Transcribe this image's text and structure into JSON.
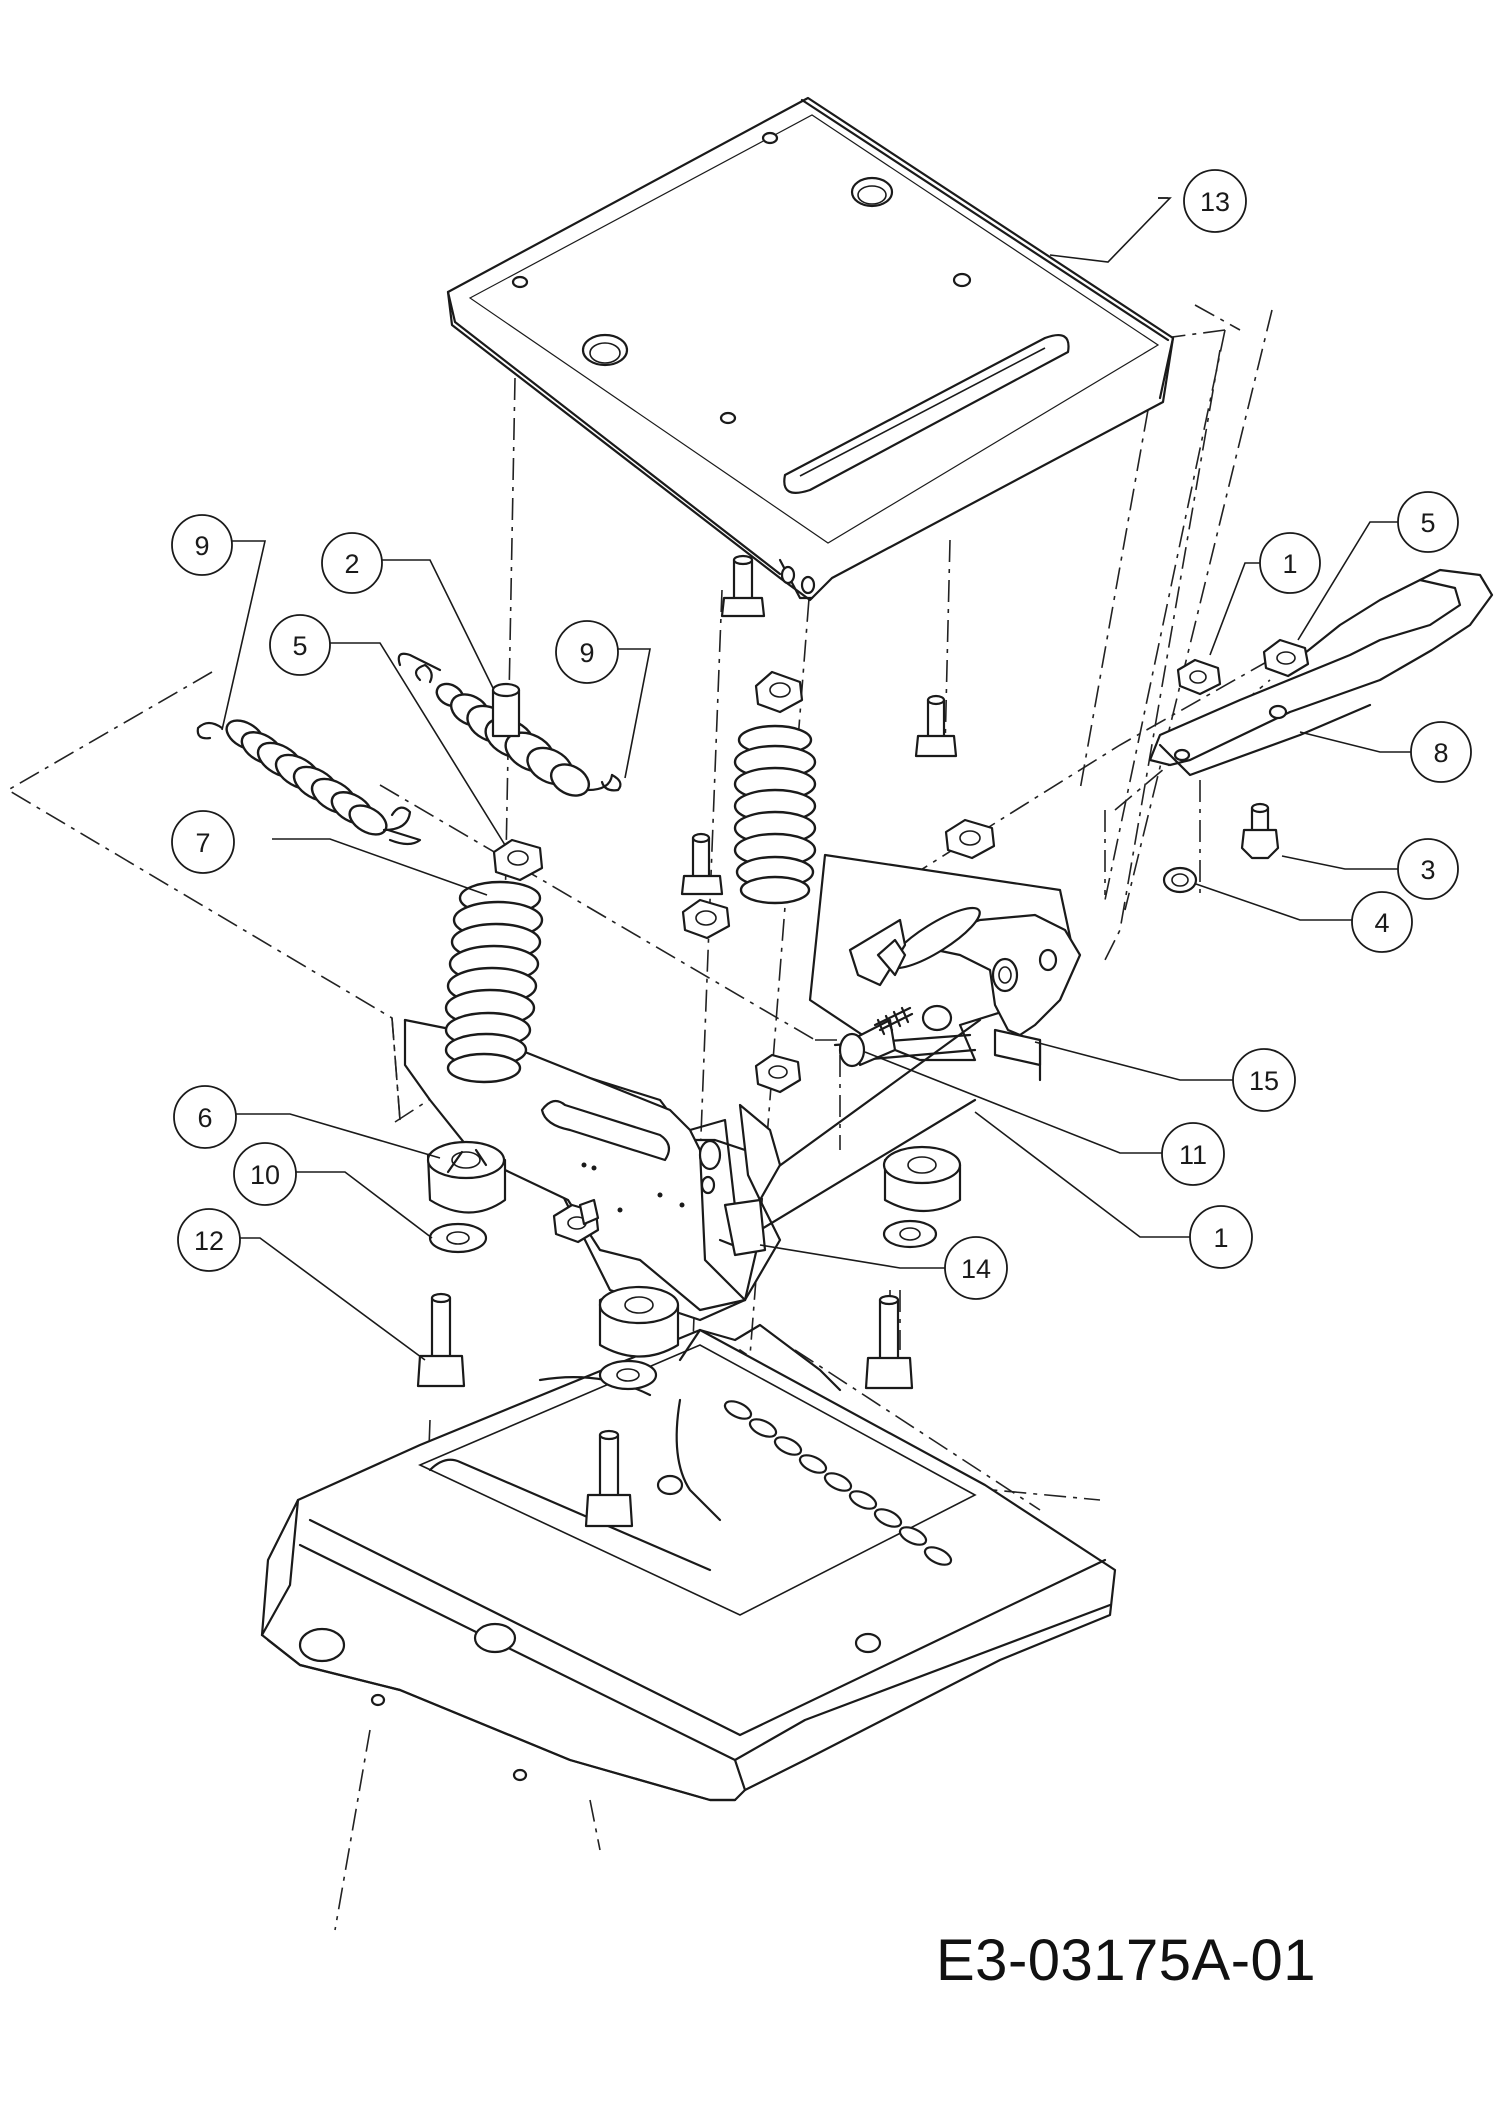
{
  "drawing_code": "E3-03175A-01",
  "callouts": [
    {
      "id": "13",
      "label": "13"
    },
    {
      "id": "9a",
      "label": "9"
    },
    {
      "id": "2",
      "label": "2"
    },
    {
      "id": "9b",
      "label": "9"
    },
    {
      "id": "5a",
      "label": "5"
    },
    {
      "id": "5b",
      "label": "5"
    },
    {
      "id": "1a",
      "label": "1"
    },
    {
      "id": "8",
      "label": "8"
    },
    {
      "id": "3",
      "label": "3"
    },
    {
      "id": "4",
      "label": "4"
    },
    {
      "id": "7",
      "label": "7"
    },
    {
      "id": "15",
      "label": "15"
    },
    {
      "id": "11",
      "label": "11"
    },
    {
      "id": "1b",
      "label": "1"
    },
    {
      "id": "6",
      "label": "6"
    },
    {
      "id": "10",
      "label": "10"
    },
    {
      "id": "14",
      "label": "14"
    },
    {
      "id": "12",
      "label": "12"
    }
  ]
}
